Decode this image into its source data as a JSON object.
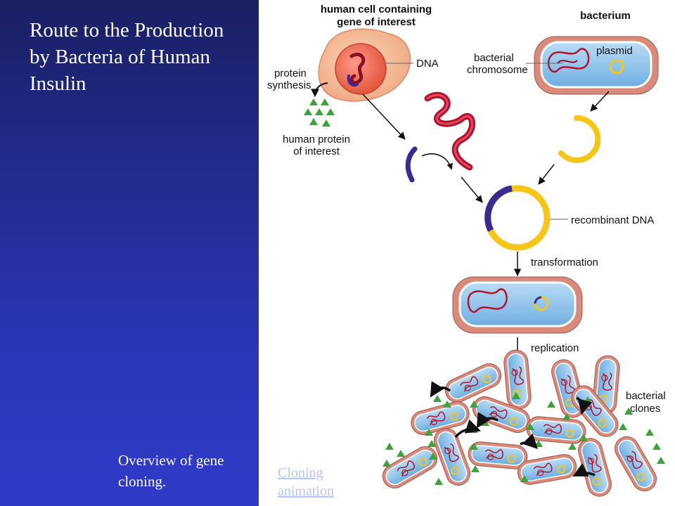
{
  "slide": {
    "title": "Route to the Production by Bacteria of Human Insulin",
    "caption": "Overview of gene cloning.",
    "link_text": "Cloning animation"
  },
  "diagram": {
    "human_cell_label_line1": "human cell containing",
    "human_cell_label_line2": "gene of interest",
    "bacterium_label": "bacterium",
    "dna_label": "DNA",
    "bacterial_chromosome_line1": "bacterial",
    "bacterial_chromosome_line2": "chromosome",
    "plasmid_label": "plasmid",
    "protein_synthesis_line1": "protein",
    "protein_synthesis_line2": "synthesis",
    "human_protein_line1": "human protein",
    "human_protein_line2": "of interest",
    "recombinant_dna_label": "recombinant DNA",
    "transformation_label": "transformation",
    "replication_label": "replication",
    "bacterial_clones_line1": "bacterial",
    "bacterial_clones_line2": "clones"
  },
  "colors": {
    "panel_top": "#1b1f63",
    "panel_bottom": "#2f3bc8",
    "dna_red": "#b3122e",
    "plasmid_yellow": "#f5c518",
    "insert_purple": "#3b2a8f",
    "protein_green": "#3aa33a",
    "bacterium_blue": "#8fc4ea",
    "bacterium_wall": "#d98a7a"
  }
}
